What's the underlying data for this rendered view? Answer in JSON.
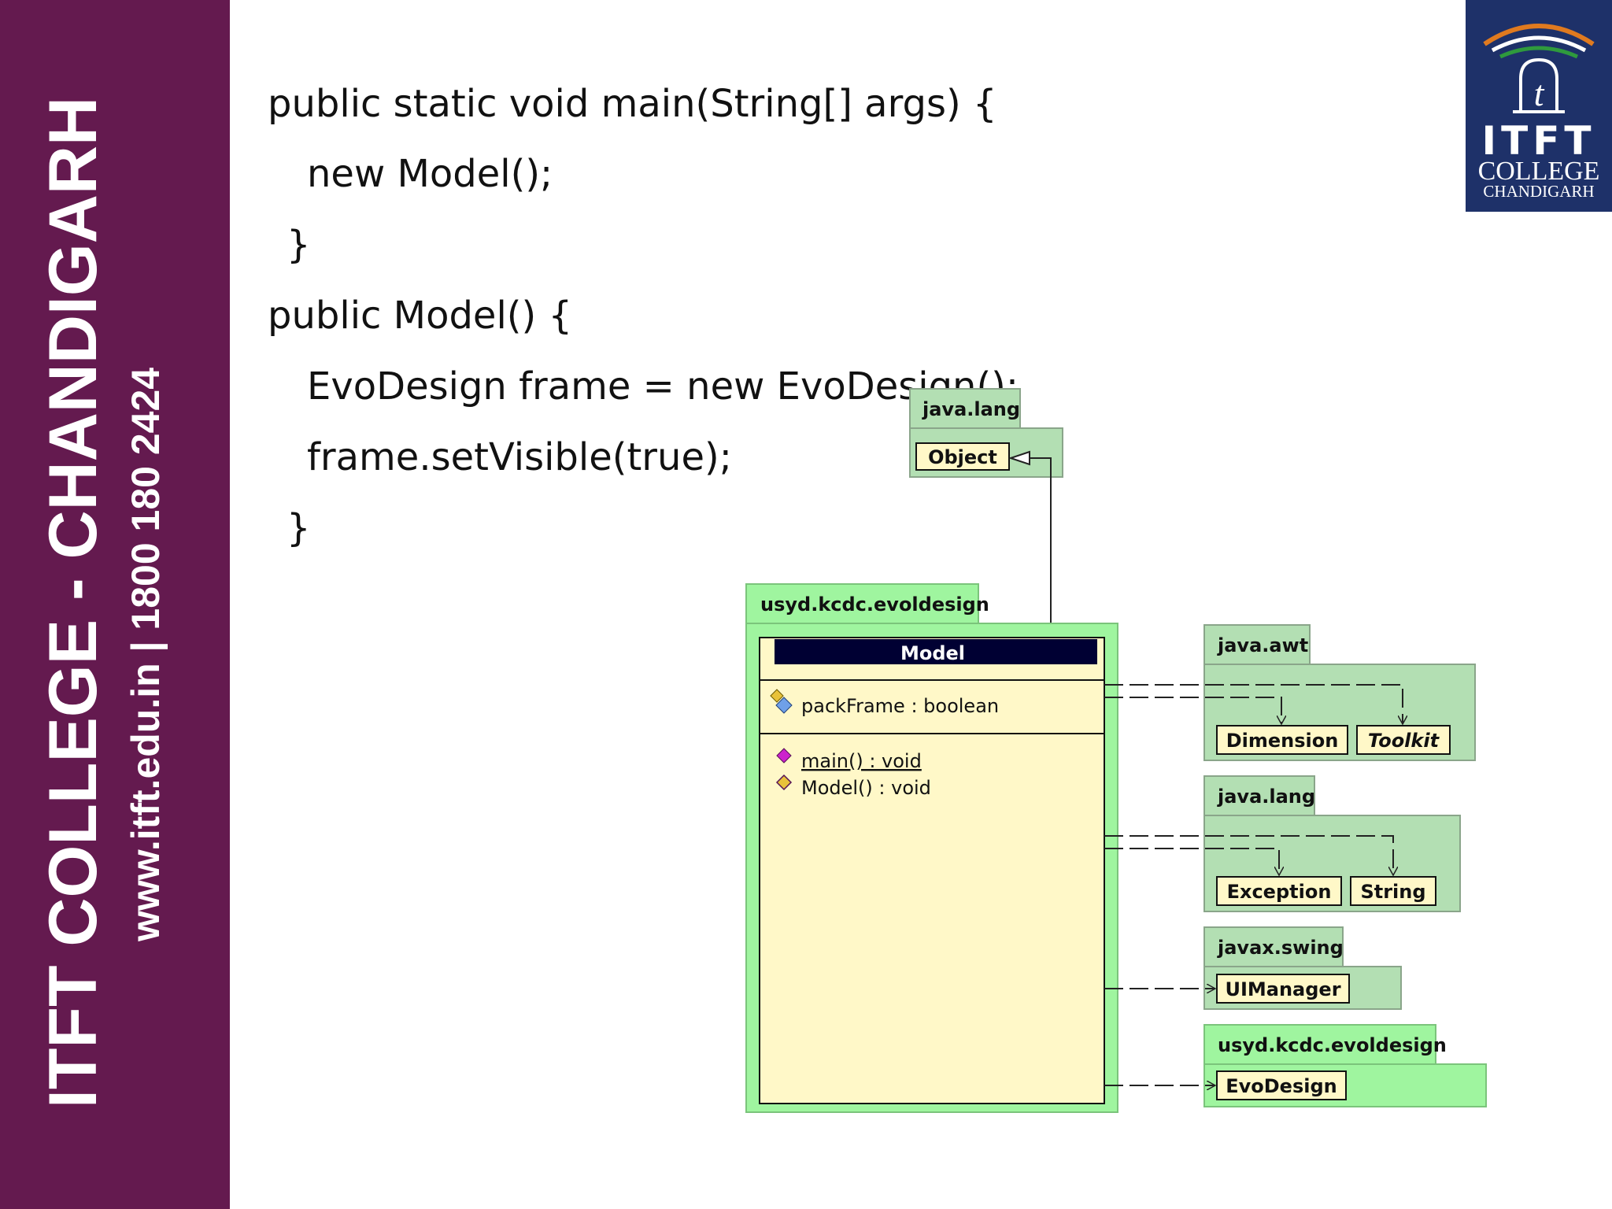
{
  "sidebar": {
    "title": "ITFT COLLEGE - CHANDIGARH",
    "contact": "www.itft.edu.in  | 1800 180 2424"
  },
  "logo": {
    "line1": "ITFT",
    "line2": "COLLEGE",
    "line3": "CHANDIGARH",
    "icon": "itft-emblem-icon"
  },
  "code": [
    "public static void main(String[] args) {",
    "new Model();",
    "}",
    "public Model() {",
    "EvoDesign frame = new EvoDesign();",
    "frame.setVisible(true);",
    "}"
  ],
  "uml": {
    "object_package": {
      "name": "java.lang",
      "class": "Object"
    },
    "main_package": {
      "name": "usyd.kcdc.evoldesign",
      "class": "Model",
      "attribute": "packFrame : boolean",
      "methods": [
        "main() : void",
        "Model() : void"
      ]
    },
    "awt_package": {
      "name": "java.awt",
      "classes": [
        "Dimension",
        "Toolkit"
      ]
    },
    "lang_package": {
      "name": "java.lang",
      "classes": [
        "Exception",
        "String"
      ]
    },
    "swing_package": {
      "name": "javax.swing",
      "class": "UIManager"
    },
    "evo_package": {
      "name": "usyd.kcdc.evoldesign",
      "class": "EvoDesign"
    }
  },
  "colors": {
    "sidebar": "#641a4f",
    "logo_bg": "#1e3169",
    "logo_arc": "#e07a1f",
    "pkg_green": "#b3dfb3",
    "pkg_bright": "#9ff59f",
    "class_fill": "#fff8c8",
    "class_header": "#000033"
  }
}
